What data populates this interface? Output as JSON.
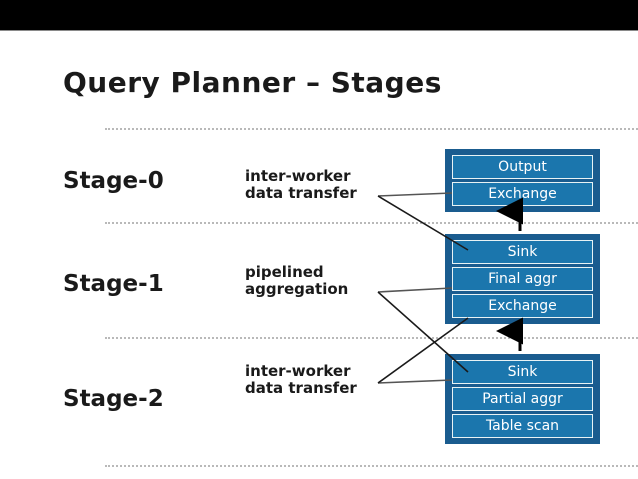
{
  "slide": {
    "title": "Query Planner – Stages",
    "background": "#ffffff",
    "top_bar_color": "#000000",
    "accent_outer": "#1a5c8f",
    "accent_inner": "#1b76ad",
    "divider_color": "#b9b9b9"
  },
  "stages": [
    {
      "label": "Stage-0",
      "annotation_line1": "inter-worker",
      "annotation_line2": "data transfer",
      "nodes": [
        "Output",
        "Exchange"
      ]
    },
    {
      "label": "Stage-1",
      "annotation_line1": "pipelined",
      "annotation_line2": "aggregation",
      "nodes": [
        "Sink",
        "Final aggr",
        "Exchange"
      ]
    },
    {
      "label": "Stage-2",
      "annotation_line1": "inter-worker",
      "annotation_line2": "data transfer",
      "nodes": [
        "Sink",
        "Partial aggr",
        "Table scan"
      ]
    }
  ],
  "flow_arrows": [
    {
      "name": "arrow-stage2-to-stage1",
      "direction": "up"
    },
    {
      "name": "arrow-stage1-to-stage0",
      "direction": "up"
    }
  ]
}
